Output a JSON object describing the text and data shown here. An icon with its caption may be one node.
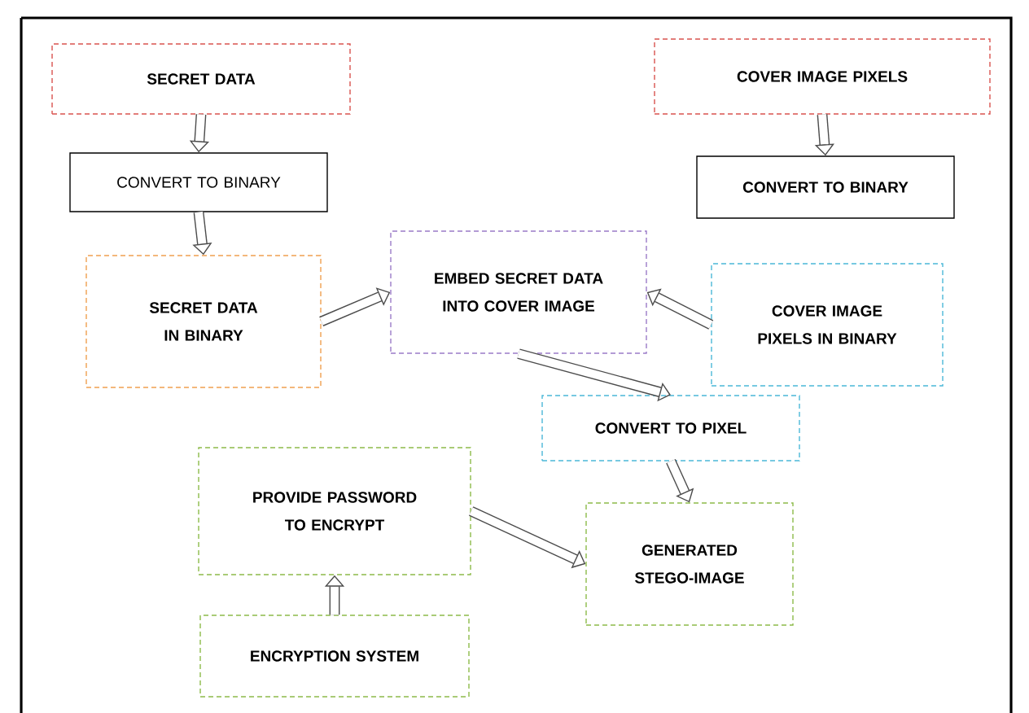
{
  "diagram": {
    "nodes": [
      {
        "text": [
          "SECRET DATA"
        ]
      },
      {
        "text": [
          "CONVERT TO BINARY"
        ]
      },
      {
        "text": [
          "COVER IMAGE PIXELS"
        ]
      },
      {
        "text": [
          "CONVERT TO BINARY"
        ]
      },
      {
        "text": [
          "SECRET DATA IN BINARY"
        ]
      },
      {
        "text": [
          "EMBED SECRET DATA INTO COVER IMAGE"
        ]
      },
      {
        "text": [
          "COVER IMAGE PIXELS IN BINARY"
        ]
      },
      {
        "text": [
          "CONVERT TO PIXEL"
        ]
      },
      {
        "text": [
          "PROVIDE PASSWORD TO ENCRYPT"
        ]
      },
      {
        "text": [
          "GENERATED STEGO-IMAGE"
        ]
      },
      {
        "text": [
          "ENCRYPTION SYSTEM"
        ]
      }
    ],
    "edges": [
      {
        "from": 0,
        "to": 1,
        "arrow": "to"
      },
      {
        "from": 2,
        "to": 3,
        "arrow": "to"
      },
      {
        "from": 1,
        "to": 4,
        "arrow": "to"
      },
      {
        "from": 4,
        "to": 5,
        "arrow": "to"
      },
      {
        "from": 6,
        "to": 5,
        "arrow": "to"
      },
      {
        "from": 5,
        "to": 7,
        "arrow": "to"
      },
      {
        "from": 7,
        "to": 9,
        "arrow": "to"
      },
      {
        "from": 8,
        "to": 9,
        "arrow": "to"
      },
      {
        "from": 10,
        "to": 8,
        "arrow": "to"
      }
    ]
  }
}
